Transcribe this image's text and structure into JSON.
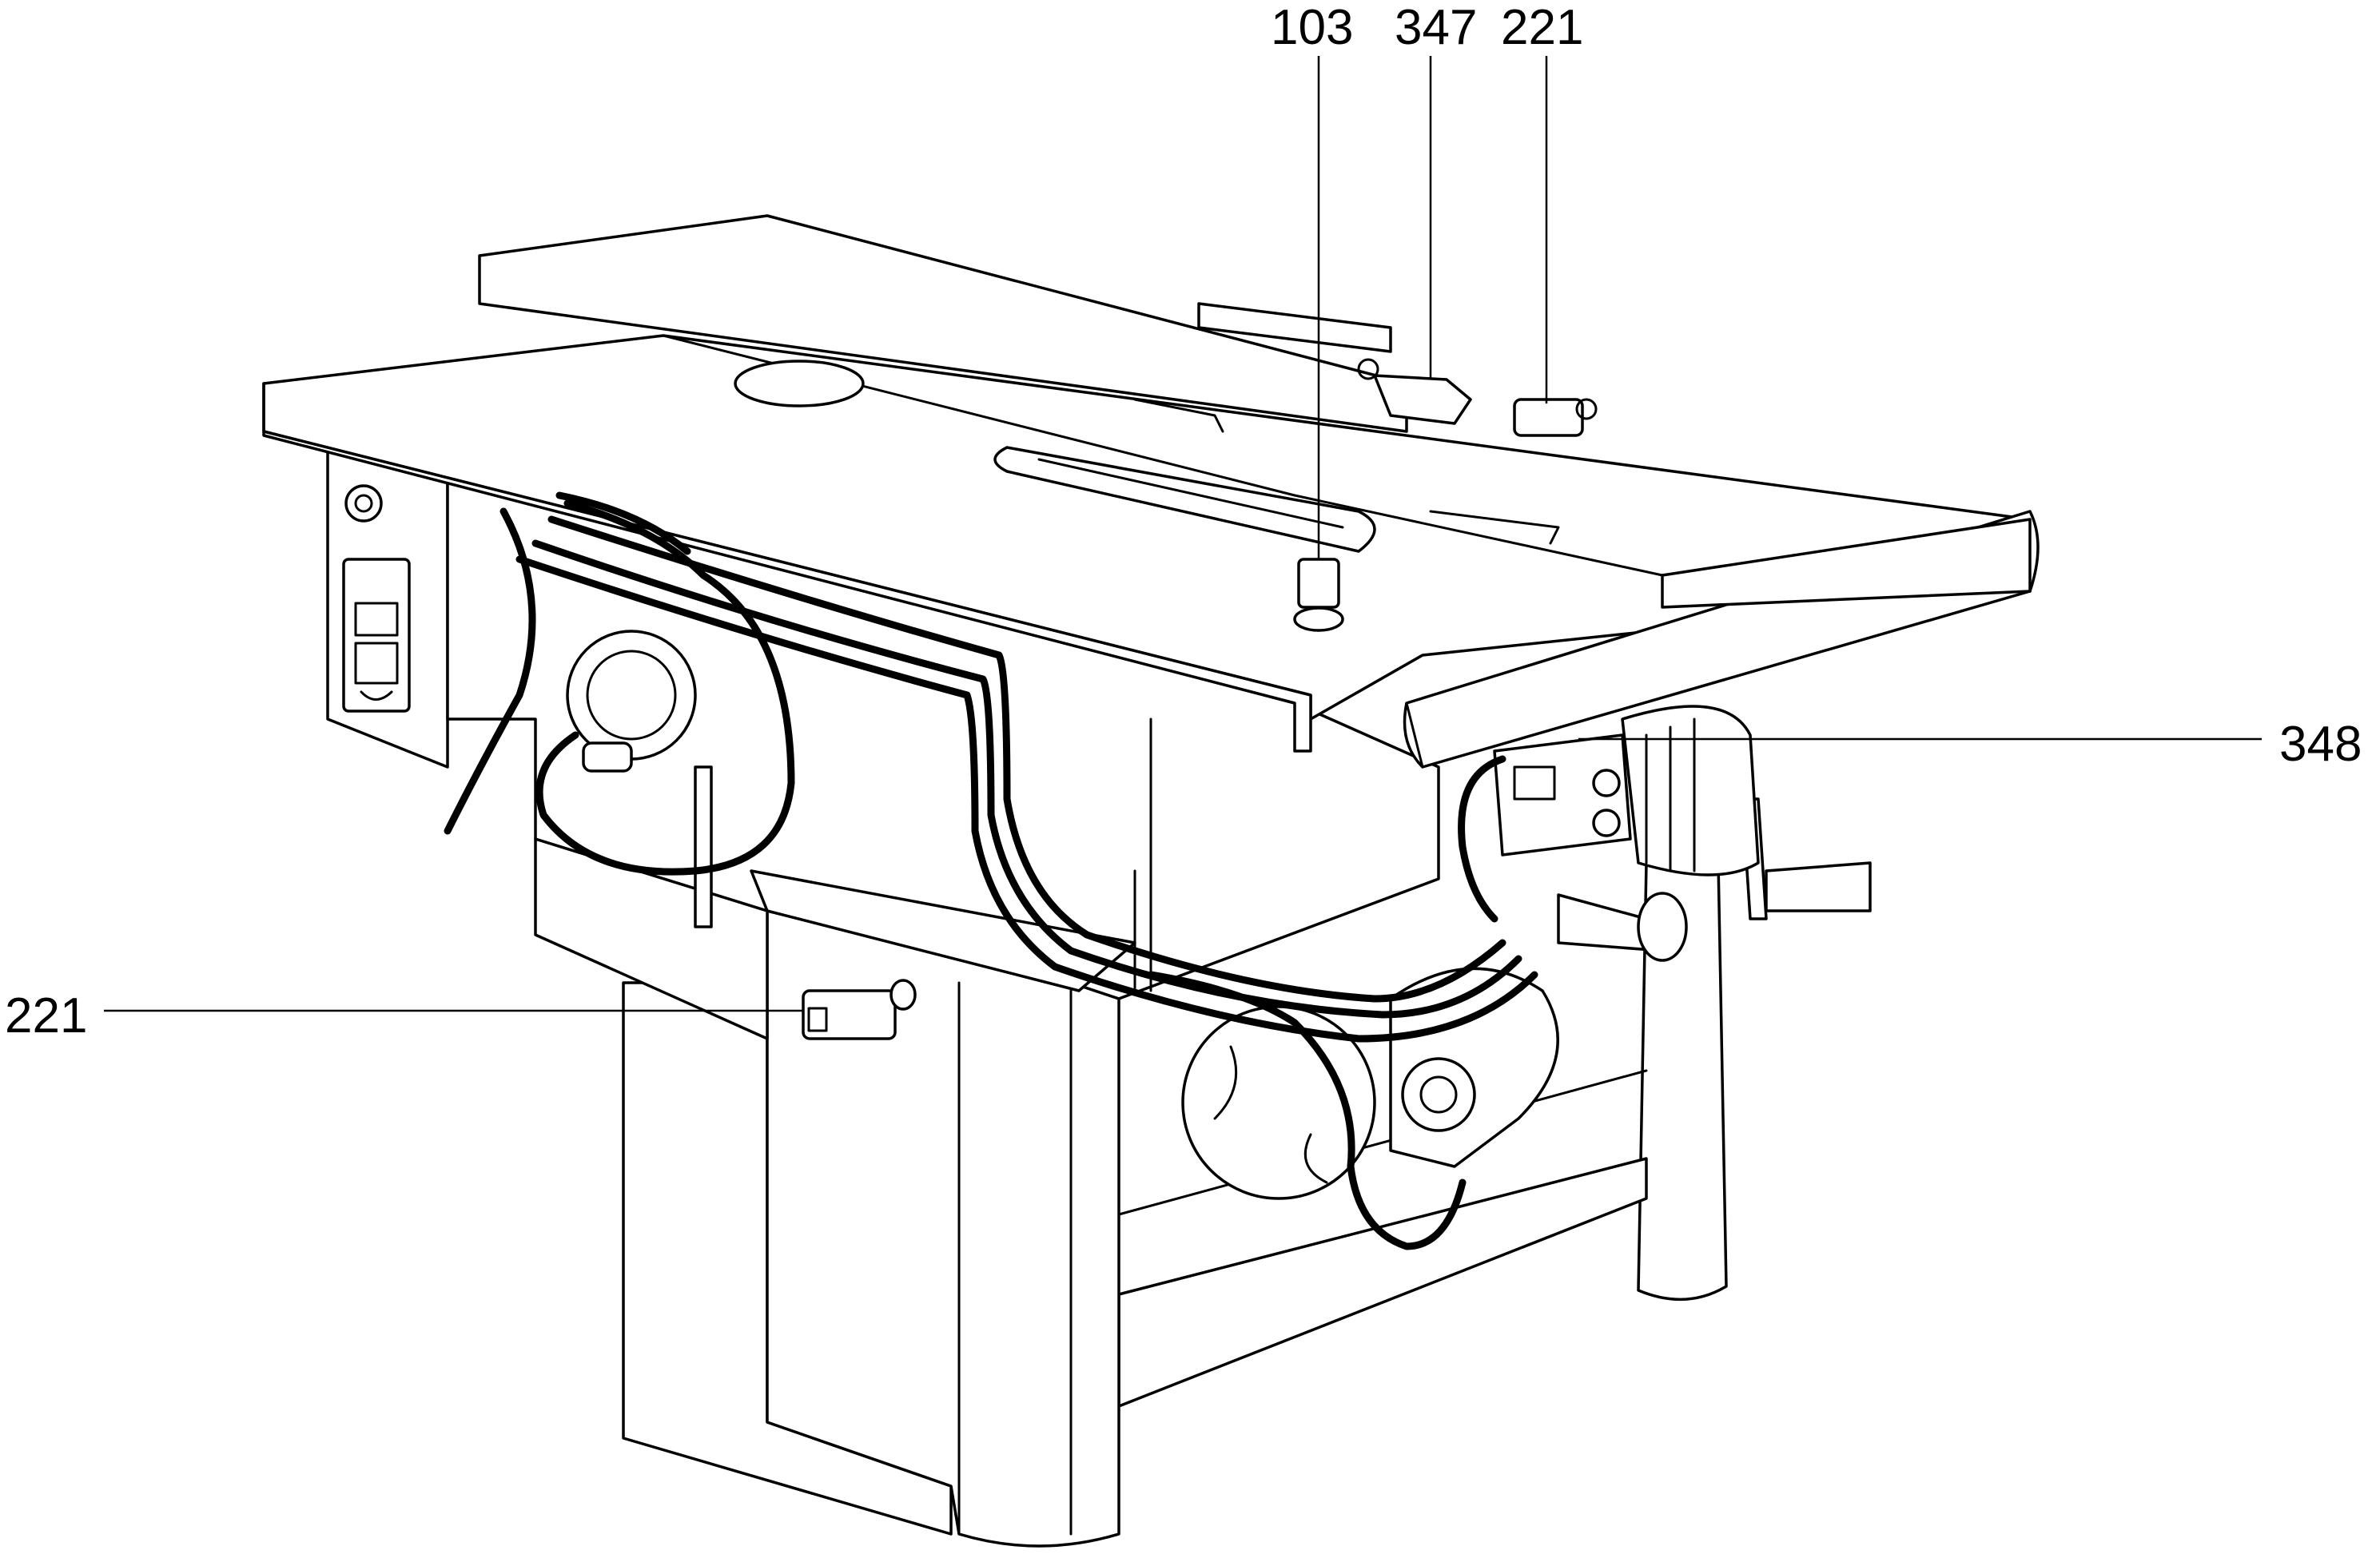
{
  "callouts": {
    "top_a": "103",
    "top_b": "347",
    "top_c": "221",
    "right_a": "348",
    "left_a": "221"
  },
  "colors": {
    "ink": "#000000",
    "paper": "#ffffff"
  }
}
